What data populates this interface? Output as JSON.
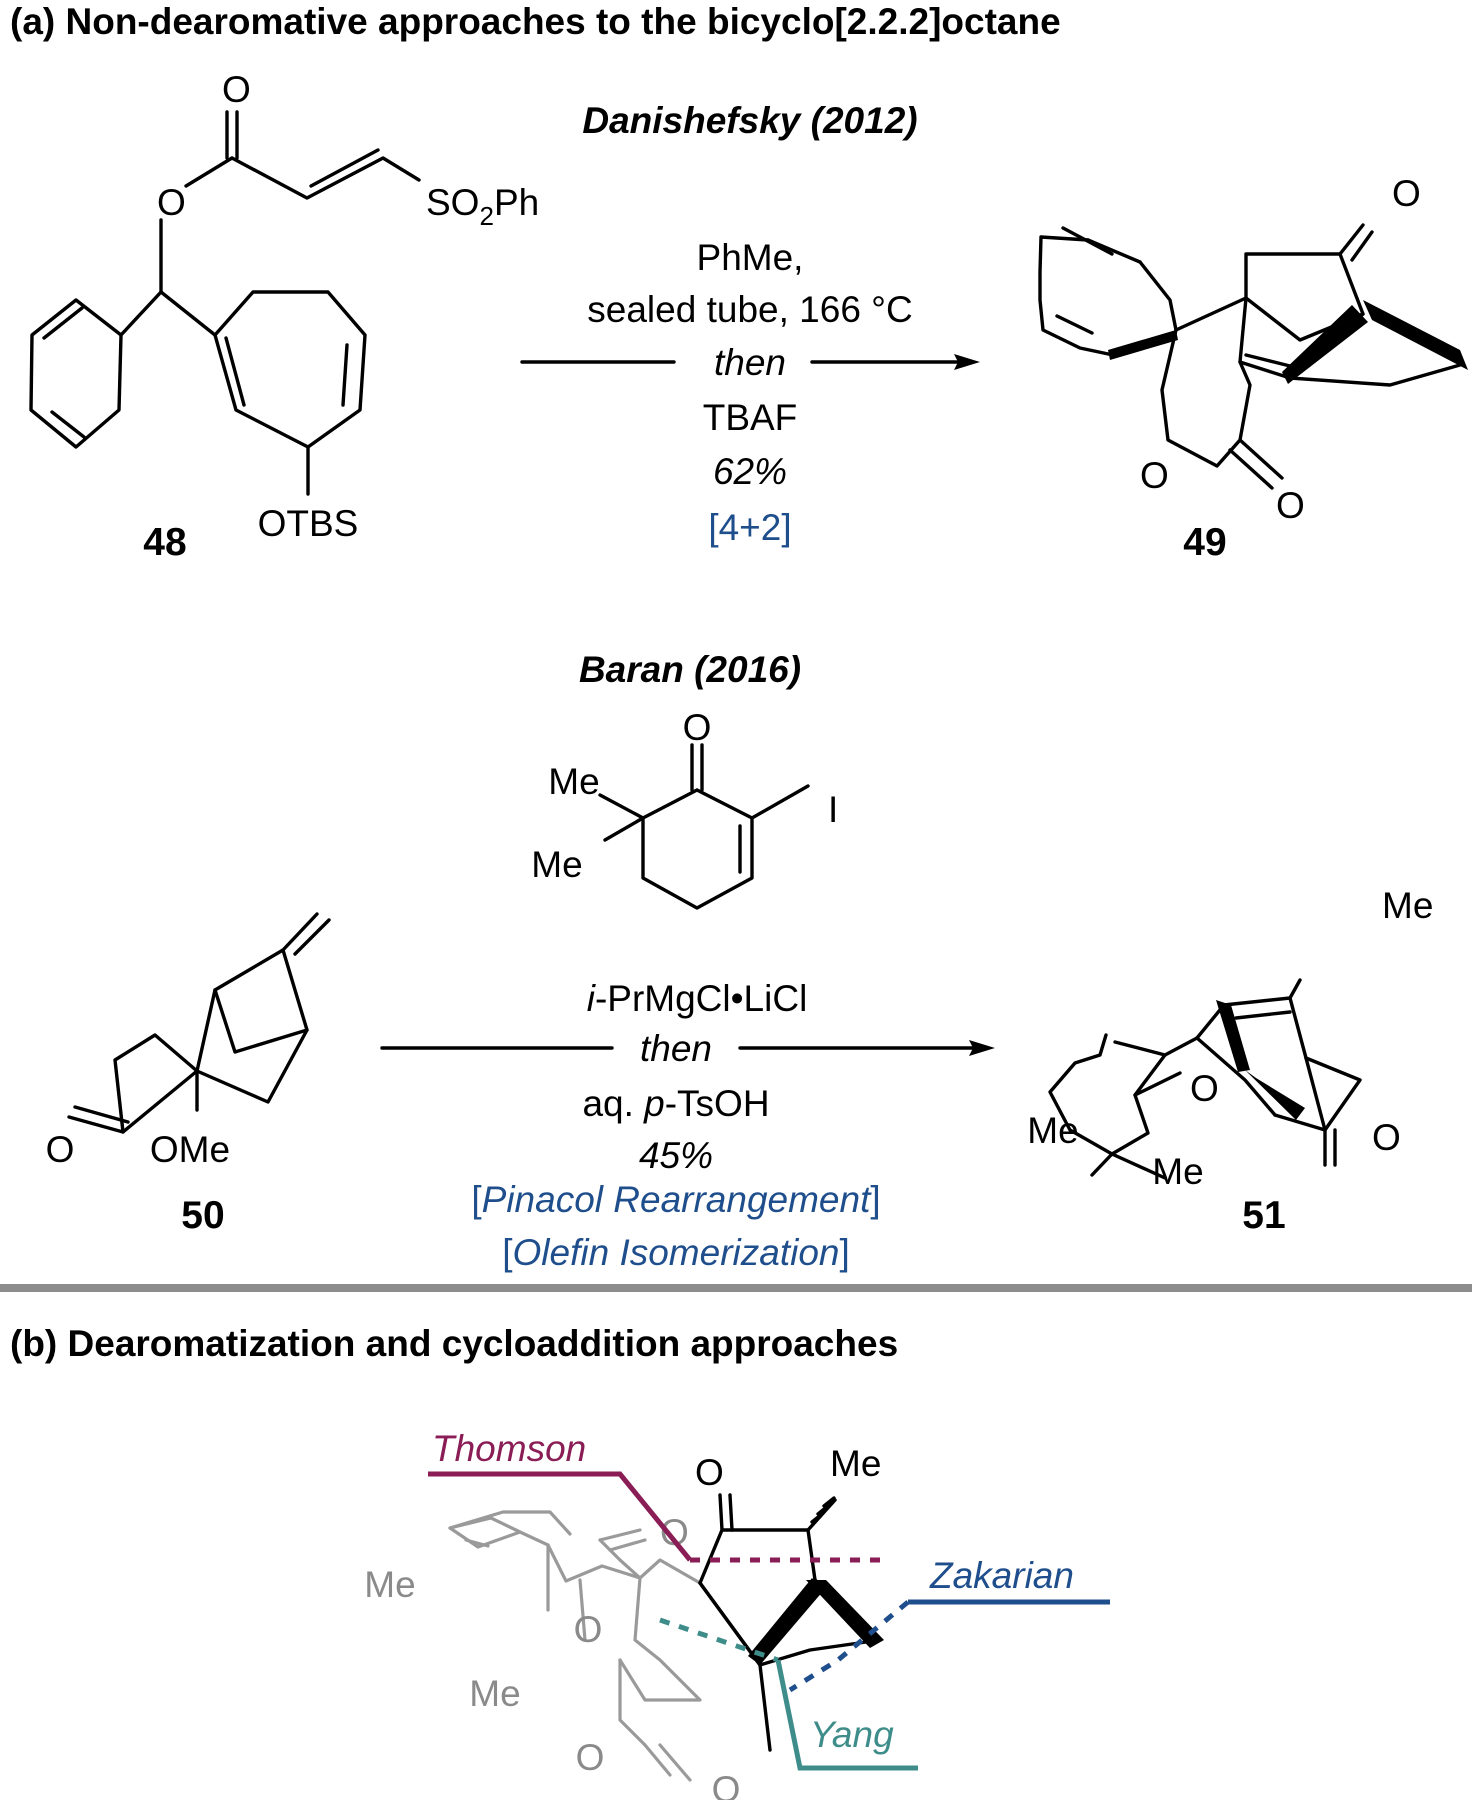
{
  "panel_a": {
    "title": "(a) Non-dearomative approaches to the bicyclo[2.2.2]octane",
    "danishefsky": {
      "author": "Danishefsky (2012)",
      "sm_id": "48",
      "sm_labels": {
        "carbonyl_o": "O",
        "ester_o": "O",
        "sulfonyl_so": "SO",
        "sulfonyl_sub": "2",
        "sulfonyl_ph": "Ph",
        "otbs": "OTBS"
      },
      "conditions": {
        "line1": "PhMe,",
        "line2": "sealed tube, 166 °C",
        "then": "then",
        "reagent": "TBAF",
        "yield": "62%",
        "tag": "[4+2]"
      },
      "product_id": "49",
      "product_labels": {
        "ketone_o": "O",
        "lactone_o": "O",
        "lactone_co": "O"
      }
    },
    "baran": {
      "author": "Baran (2016)",
      "reagent_labels": {
        "o": "O",
        "i": "I",
        "me1": "Me",
        "me2": "Me"
      },
      "sm_id": "50",
      "sm_labels": {
        "o": "O",
        "ome": "OMe"
      },
      "conditions": {
        "reagent_italic": "i",
        "reagent_rest": "-PrMgCl•LiCl",
        "then": "then",
        "acid_pre": "aq. ",
        "acid_italic": "p",
        "acid_post": "-TsOH",
        "yield": "45%",
        "tag1_open": "[",
        "tag1": "Pinacol Rearrangement",
        "tag1_close": "]",
        "tag2_open": "[",
        "tag2": "Olefin Isomerization",
        "tag2_close": "]"
      },
      "product_id": "51",
      "product_labels": {
        "me_top": "Me",
        "o1": "O",
        "o2": "O",
        "me1": "Me",
        "me2": "Me"
      }
    }
  },
  "panel_b": {
    "title": "(b) Dearomatization and cycloaddition approaches",
    "labels": {
      "thomson": "Thomson",
      "zakarian": "Zakarian",
      "yang": "Yang"
    },
    "atom_labels": {
      "o_ketone": "O",
      "me": "Me",
      "o_enone": "O",
      "me_g1": "Me",
      "me_g2": "Me",
      "o_ring": "O",
      "o_lactone": "O",
      "o_carbonyl": "O"
    },
    "colors": {
      "thomson": "#8a1d55",
      "zakarian": "#1f4e8c",
      "yang": "#3e8d8a",
      "grey": "#8a8a8a",
      "divider": "#8c8c8c",
      "tag_blue": "#1f4e8c"
    }
  }
}
